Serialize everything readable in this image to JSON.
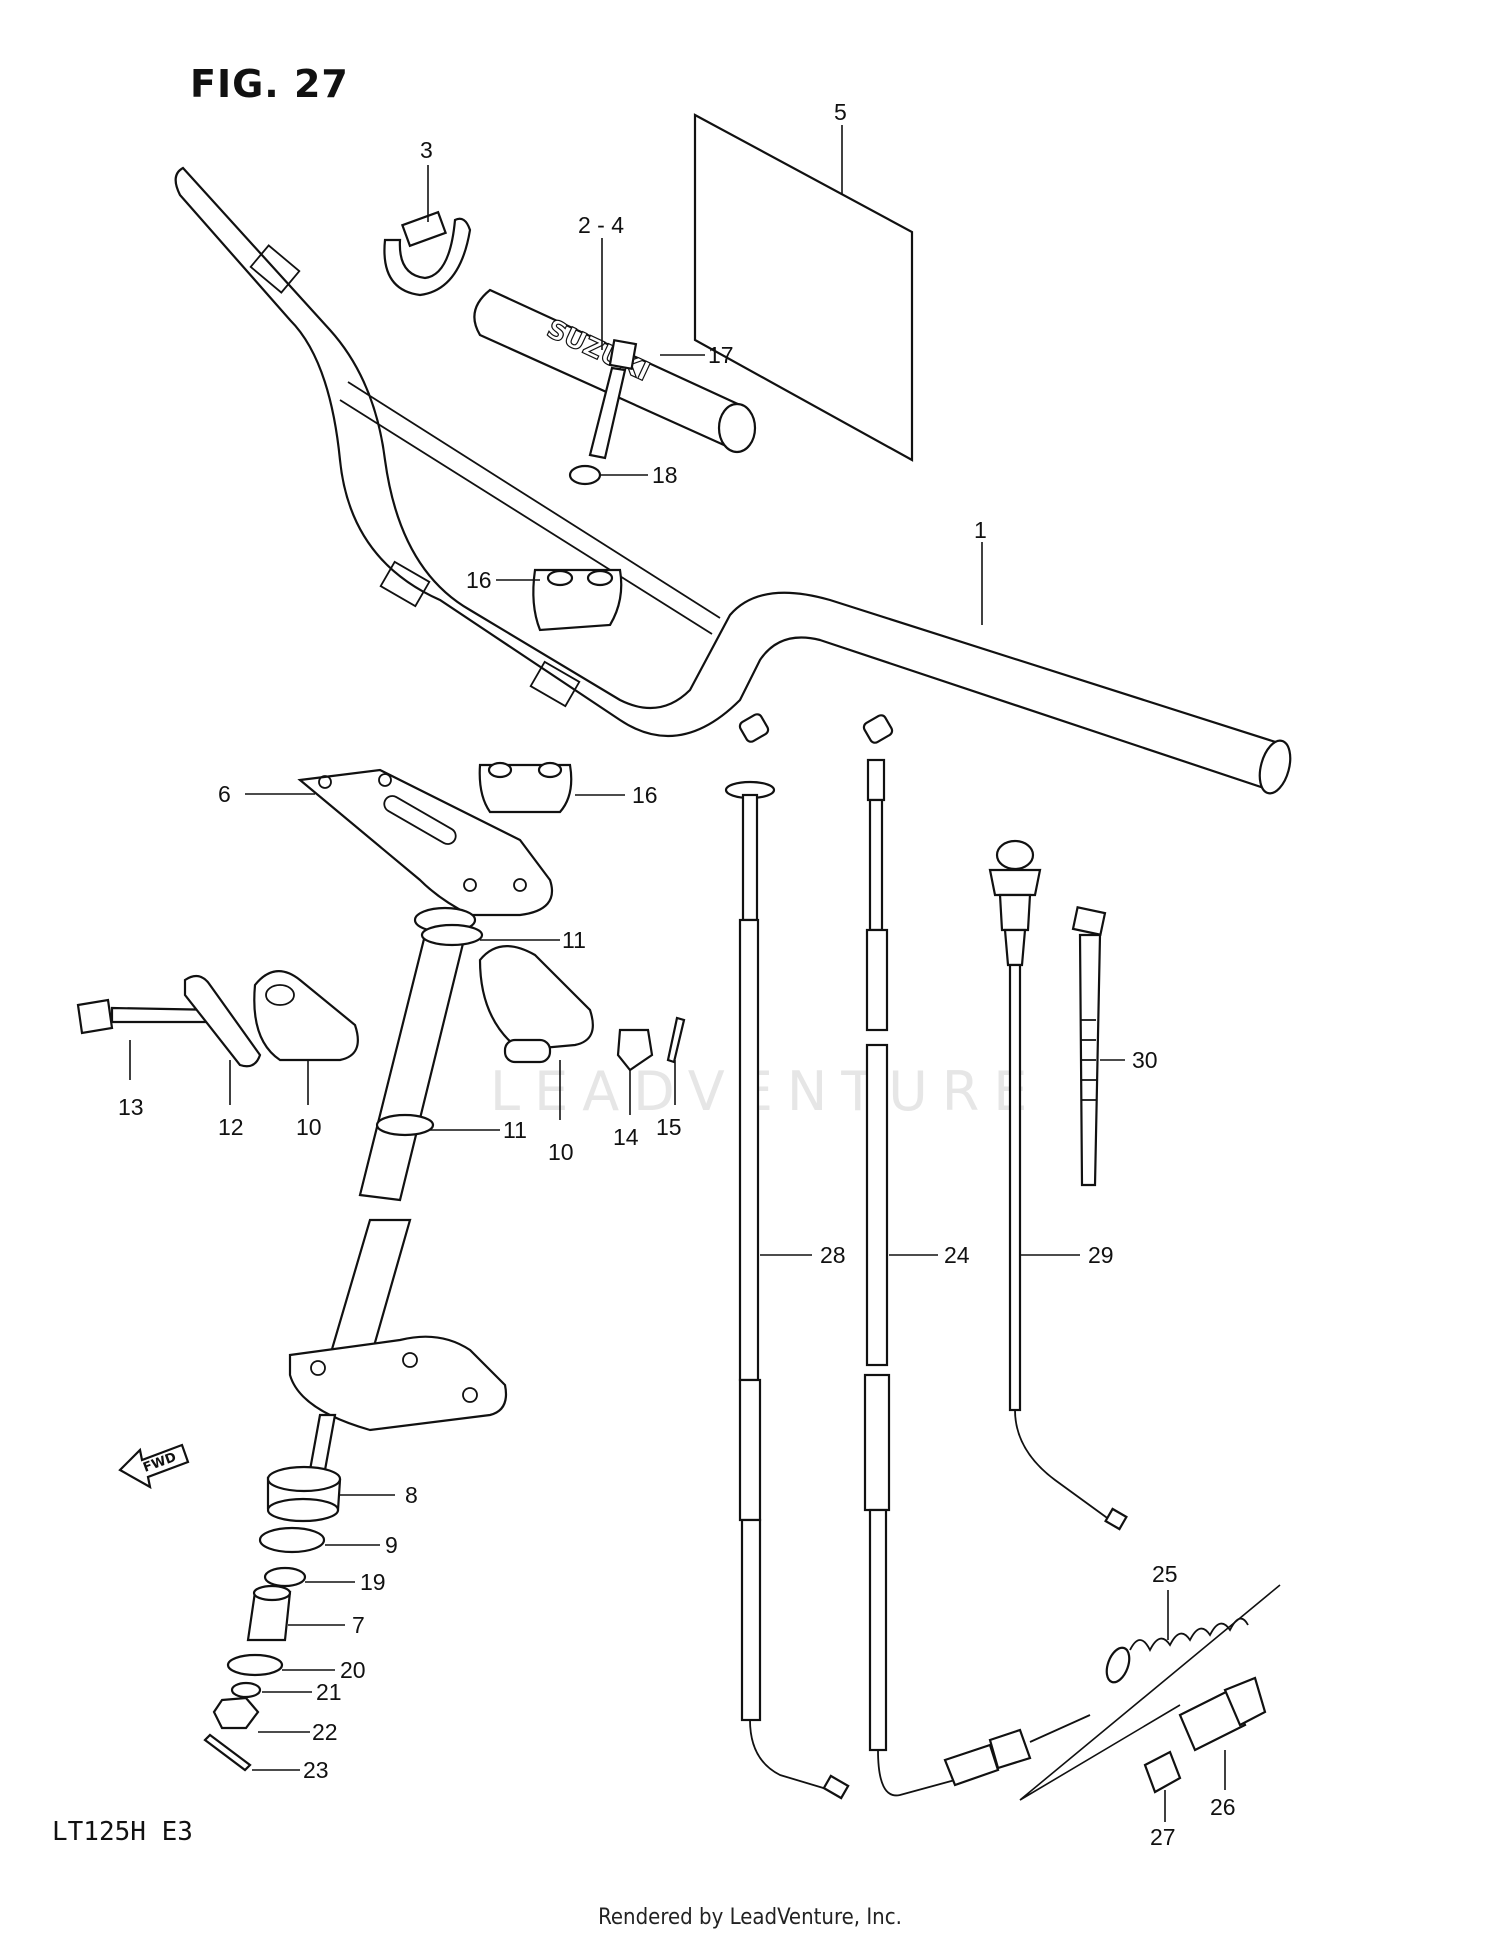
{
  "figure": {
    "title": "FIG. 27",
    "model_code": "LT125H  E3",
    "footer": "Rendered by LeadVenture, Inc.",
    "watermark": "LEADVENTURE"
  },
  "callouts": [
    {
      "id": "c1",
      "label": "1"
    },
    {
      "id": "c2-4",
      "label": "2 - 4"
    },
    {
      "id": "c3",
      "label": "3"
    },
    {
      "id": "c5",
      "label": "5"
    },
    {
      "id": "c6",
      "label": "6"
    },
    {
      "id": "c7",
      "label": "7"
    },
    {
      "id": "c8",
      "label": "8"
    },
    {
      "id": "c9",
      "label": "9"
    },
    {
      "id": "c10a",
      "label": "10"
    },
    {
      "id": "c10b",
      "label": "10"
    },
    {
      "id": "c11a",
      "label": "11"
    },
    {
      "id": "c11b",
      "label": "11"
    },
    {
      "id": "c12",
      "label": "12"
    },
    {
      "id": "c13",
      "label": "13"
    },
    {
      "id": "c14",
      "label": "14"
    },
    {
      "id": "c15",
      "label": "15"
    },
    {
      "id": "c16a",
      "label": "16"
    },
    {
      "id": "c16b",
      "label": "16"
    },
    {
      "id": "c17",
      "label": "17"
    },
    {
      "id": "c18",
      "label": "18"
    },
    {
      "id": "c19",
      "label": "19"
    },
    {
      "id": "c20",
      "label": "20"
    },
    {
      "id": "c21",
      "label": "21"
    },
    {
      "id": "c22",
      "label": "22"
    },
    {
      "id": "c23",
      "label": "23"
    },
    {
      "id": "c24",
      "label": "24"
    },
    {
      "id": "c25",
      "label": "25"
    },
    {
      "id": "c26",
      "label": "26"
    },
    {
      "id": "c27",
      "label": "27"
    },
    {
      "id": "c28",
      "label": "28"
    },
    {
      "id": "c29",
      "label": "29"
    },
    {
      "id": "c30",
      "label": "30"
    }
  ],
  "fwd_label": "FWD"
}
